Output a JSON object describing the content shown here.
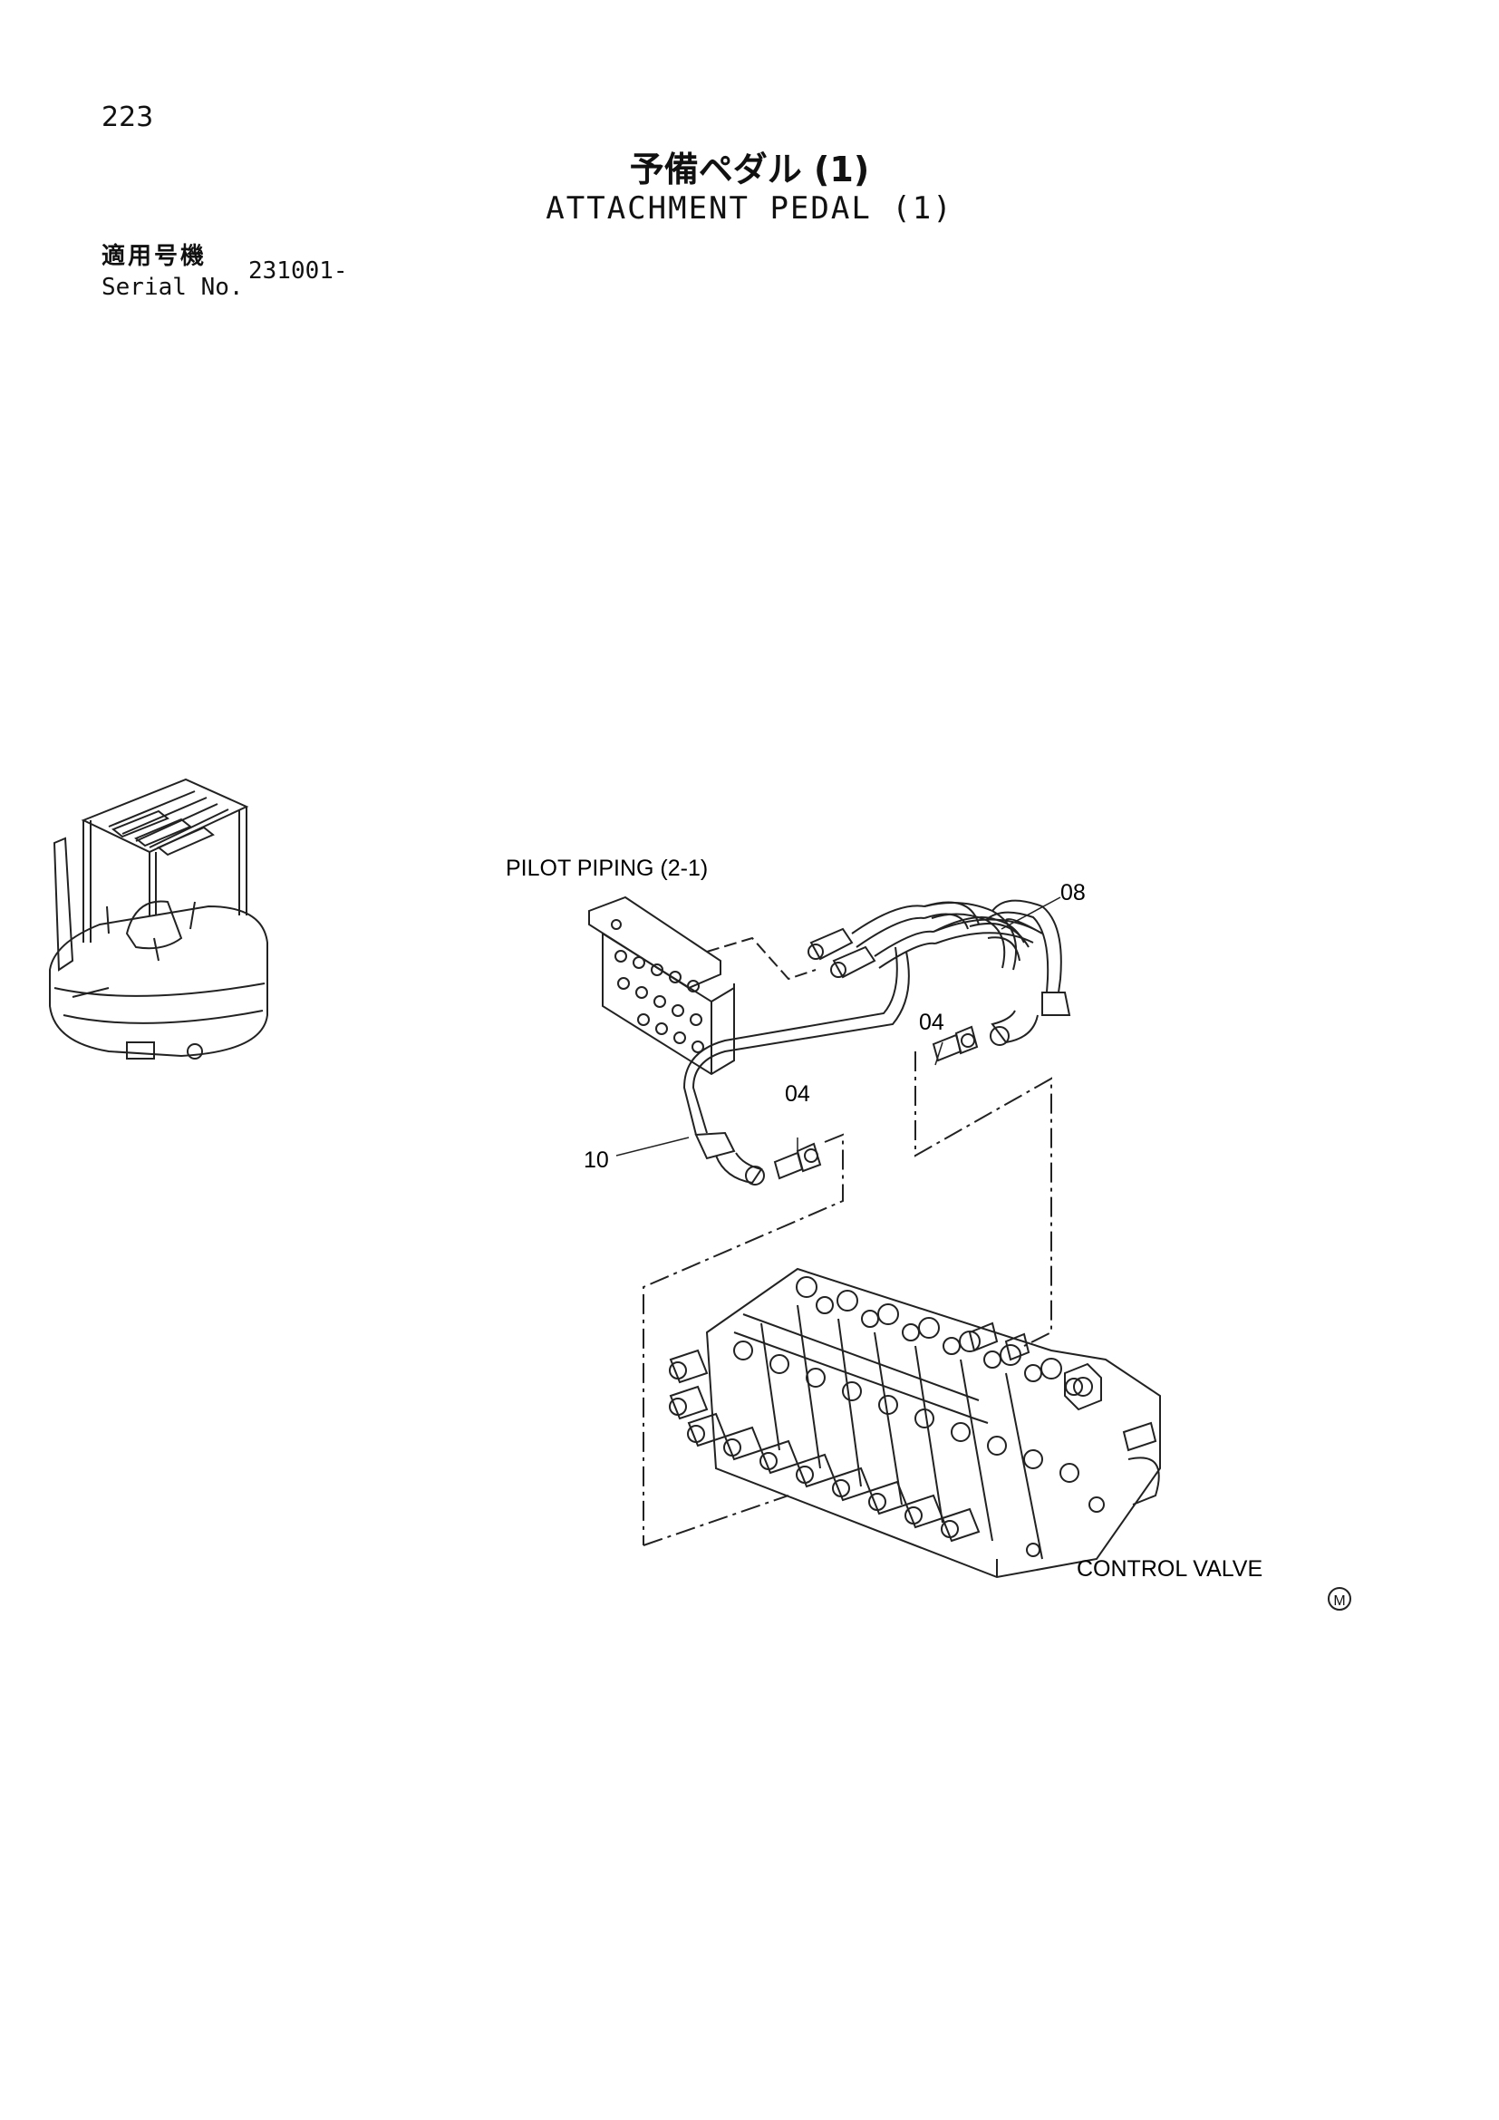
{
  "page": {
    "number": "223",
    "title_jp": "予備ペダル (1)",
    "title_en": "ATTACHMENT PEDAL (1)"
  },
  "serial": {
    "label_jp": "適用号機",
    "label_en": "Serial No.",
    "value": "231001-"
  },
  "diagram": {
    "labels": {
      "pilot_piping": "PILOT PIPING (2-1)",
      "control_valve": "CONTROL VALVE",
      "mark": "M"
    },
    "callouts": [
      "08",
      "04",
      "04",
      "10"
    ]
  }
}
